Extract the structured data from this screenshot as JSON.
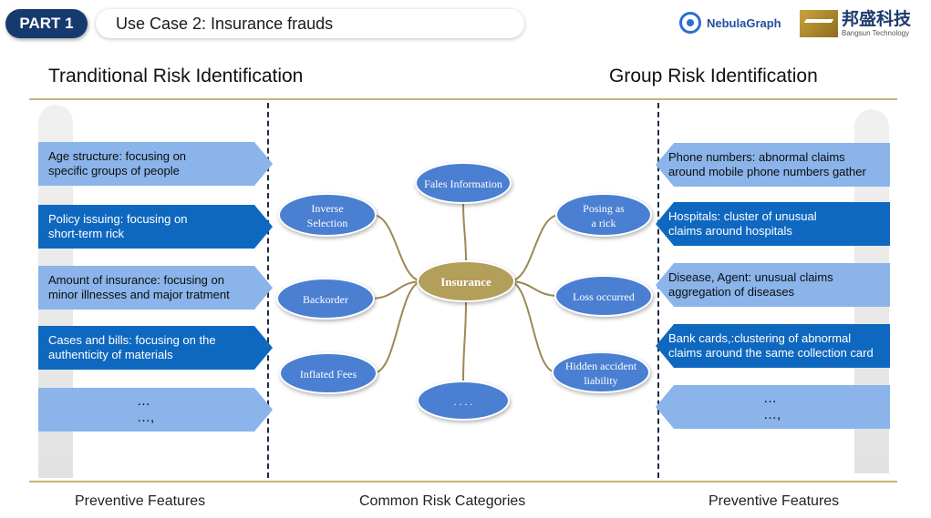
{
  "header": {
    "part_label": "PART 1",
    "title": "Use Case 2: Insurance frauds",
    "logo_nebula_text": "NebulaGraph",
    "logo_bangsun_cn": "邦盛科技",
    "logo_bangsun_en": "Bangsun Technology"
  },
  "sections": {
    "left_title": "Tranditional Risk Identification",
    "right_title": "Group Risk Identification"
  },
  "left_features": [
    {
      "line1": "Age structure: focusing on",
      "line2": "specific groups of people",
      "style": "light"
    },
    {
      "line1": "Policy issuing: focusing on",
      "line2": "short-term rick",
      "style": "dark"
    },
    {
      "line1": "Amount of insurance: focusing on",
      "line2": "minor illnesses and major tratment",
      "style": "light"
    },
    {
      "line1": "Cases and bills: focusing on the",
      "line2": "authenticity of materials",
      "style": "dark"
    },
    {
      "line1": "…",
      "line2": "…,",
      "style": "light"
    }
  ],
  "right_features": [
    {
      "line1": "Phone numbers: abnormal claims",
      "line2": "around mobile phone numbers gather",
      "style": "light"
    },
    {
      "line1": "Hospitals: cluster of unusual",
      "line2": "claims around hospitals",
      "style": "dark"
    },
    {
      "line1": "Disease, Agent: unusual claims",
      "line2": "aggregation of diseases",
      "style": "light"
    },
    {
      "line1": "Bank cards,:clustering of abnormal",
      "line2": "claims around the same collection card",
      "style": "dark"
    },
    {
      "line1": "…",
      "line2": "…,",
      "style": "light"
    }
  ],
  "mindmap": {
    "center": "Insurance",
    "nodes": [
      {
        "id": "fales",
        "line1": "Fales Information",
        "line2": ""
      },
      {
        "id": "inverse",
        "line1": "Inverse",
        "line2": "Selection"
      },
      {
        "id": "posing",
        "line1": "Posing as",
        "line2": "a rick"
      },
      {
        "id": "backorder",
        "line1": "Backorder",
        "line2": ""
      },
      {
        "id": "loss",
        "line1": "Loss occurred",
        "line2": ""
      },
      {
        "id": "inflated",
        "line1": "Inflated Fees",
        "line2": ""
      },
      {
        "id": "hidden",
        "line1": "Hidden accident",
        "line2": "liability"
      },
      {
        "id": "dots",
        "line1": ". . . .",
        "line2": ""
      }
    ]
  },
  "footer": {
    "left": "Preventive Features",
    "middle": "Common Risk Categories",
    "right": "Preventive Features"
  },
  "colors": {
    "navy": "#173a6e",
    "arrow_dark": "#0f68c0",
    "arrow_light": "#8ab4ea",
    "node_blue": "#4a7fd2",
    "center_gold": "#b39e5a",
    "rule_gold": "#c9b27a"
  }
}
